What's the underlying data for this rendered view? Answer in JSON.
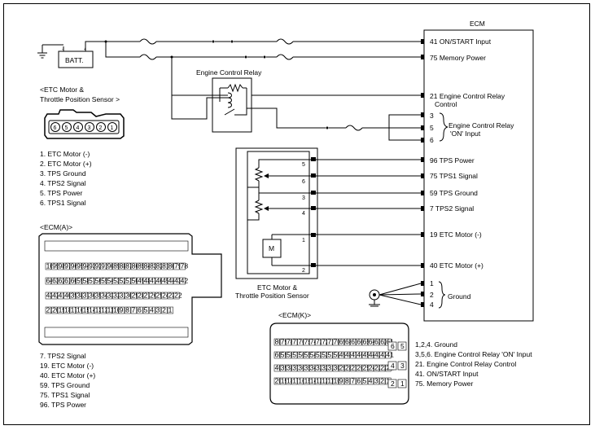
{
  "labels": {
    "ecm_title": "ECM",
    "battery": "BATT.",
    "relay": "Engine Control Relay",
    "etc_sensor_heading_line1": "<ETC Motor &",
    "etc_sensor_heading_line2": "Throttle Position Sensor  >",
    "etc_sensor_caption_line1": "ETC Motor &",
    "etc_sensor_caption_line2": "Throttle Position Sensor",
    "ecm_a_heading": "<ECM(A)>",
    "ecm_k_heading": "<ECM(K)>",
    "motor_symbol": "M"
  },
  "ecm_pins": [
    {
      "id": "p41",
      "text": "41 ON/START Input"
    },
    {
      "id": "p75mem",
      "text": "75 Memory Power"
    },
    {
      "id": "p21a",
      "text": "21 Engine Control Relay"
    },
    {
      "id": "p21b",
      "text": "Control"
    },
    {
      "id": "p3",
      "text": "3"
    },
    {
      "id": "p5",
      "text": "5"
    },
    {
      "id": "p6",
      "text": "6"
    },
    {
      "id": "ecr_on_a",
      "text": "Engine Control Relay"
    },
    {
      "id": "ecr_on_b",
      "text": "'ON' Input"
    },
    {
      "id": "p96",
      "text": "96 TPS Power"
    },
    {
      "id": "p75",
      "text": "75 TPS1 Signal"
    },
    {
      "id": "p59",
      "text": "59 TPS Ground"
    },
    {
      "id": "p7",
      "text": "7 TPS2 Signal"
    },
    {
      "id": "p19",
      "text": "19 ETC Motor (-)"
    },
    {
      "id": "p40",
      "text": "40 ETC Motor (+)"
    },
    {
      "id": "g1",
      "text": "1"
    },
    {
      "id": "g2",
      "text": "2"
    },
    {
      "id": "g4",
      "text": "4"
    },
    {
      "id": "gnd",
      "text": "Ground"
    }
  ],
  "sensor_pins": [
    "5",
    "6",
    "3",
    "4",
    "1",
    "2"
  ],
  "sensor_connector_pins": [
    "6",
    "5",
    "4",
    "3",
    "2",
    "1"
  ],
  "sensor_pin_legend": [
    "1. ETC Motor (-)",
    "2. ETC Motor (+)",
    "3. TPS Ground",
    "4. TPS2 Signal",
    "5. TPS Power",
    "6. TPS1 Signal"
  ],
  "ecm_a_legend": [
    "7. TPS2 Signal",
    "19. ETC Motor (-)",
    "40. ETC Motor (+)",
    "59. TPS Ground",
    "75. TPS1 Signal",
    "96. TPS Power"
  ],
  "ecm_k_legend": [
    "1,2,4. Ground",
    "3,5,6. Engine Control Relay 'ON' Input",
    "21. Engine Control Relay Control",
    "41. ON/START Input",
    "75. Memory Power"
  ],
  "ecm_a_rows": [
    [
      "100",
      "99",
      "98",
      "97",
      "96",
      "95",
      "94",
      "93",
      "92",
      "91",
      "90",
      "89",
      "88",
      "87",
      "86",
      "85",
      "84",
      "83",
      "82",
      "81",
      "80",
      "79",
      "78"
    ],
    [
      "64",
      "63",
      "62",
      "61",
      "60",
      "59",
      "58",
      "57",
      "56",
      "55",
      "54",
      "53",
      "52",
      "51",
      "50",
      "49",
      "48",
      "47",
      "46",
      "45",
      "44",
      "43",
      "42"
    ],
    [
      "43",
      "42",
      "41",
      "40",
      "39",
      "38",
      "37",
      "36",
      "35",
      "34",
      "33",
      "32",
      "31",
      "30",
      "29",
      "28",
      "27",
      "26",
      "25",
      "24",
      "23",
      "22"
    ],
    [
      "21",
      "20",
      "19",
      "18",
      "17",
      "16",
      "15",
      "14",
      "13",
      "12",
      "11",
      "10",
      "9",
      "8",
      "7",
      "6",
      "5",
      "4",
      "3",
      "2",
      "1"
    ]
  ],
  "ecm_k_rows": [
    [
      "80",
      "79",
      "78",
      "77",
      "76",
      "75",
      "74",
      "73",
      "72",
      "71",
      "70",
      "69",
      "68",
      "67",
      "66",
      "65",
      "64",
      "63",
      "62",
      "61"
    ],
    [
      "60",
      "59",
      "58",
      "57",
      "56",
      "55",
      "54",
      "53",
      "52",
      "51",
      "50",
      "49",
      "48",
      "47",
      "46",
      "45",
      "44",
      "43",
      "42",
      "41"
    ],
    [
      "40",
      "39",
      "38",
      "37",
      "36",
      "35",
      "34",
      "33",
      "32",
      "31",
      "30",
      "29",
      "28",
      "27",
      "26",
      "25",
      "24",
      "23",
      "22",
      "21"
    ],
    [
      "20",
      "19",
      "18",
      "17",
      "16",
      "15",
      "14",
      "13",
      "12",
      "11",
      "10",
      "9",
      "8",
      "7",
      "6",
      "5",
      "4",
      "3",
      "2",
      "1"
    ]
  ],
  "ecm_k_side_pins": [
    "6",
    "5",
    "4",
    "3",
    "2",
    "1"
  ]
}
